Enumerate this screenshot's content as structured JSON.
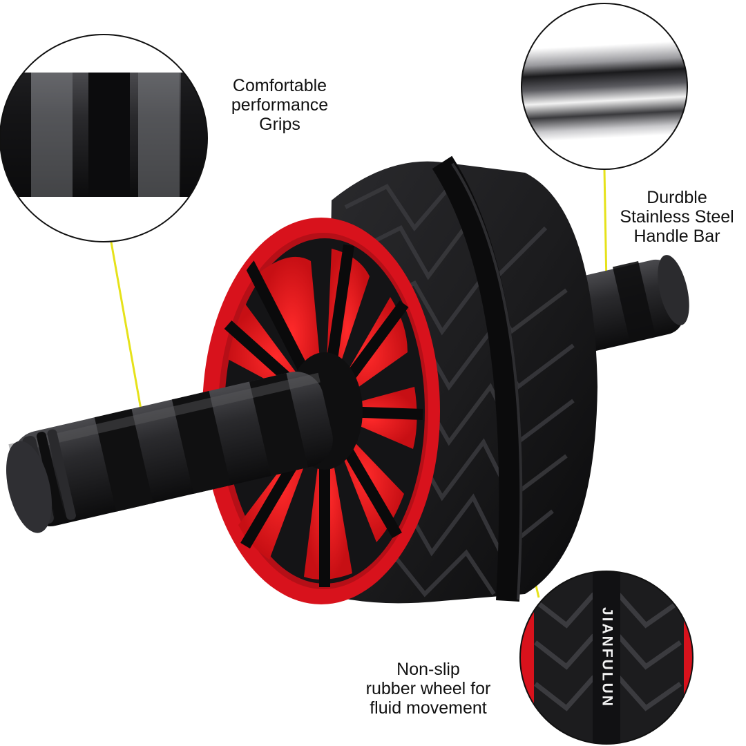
{
  "colors": {
    "accent_red": "#d8121c",
    "rubber_black": "#1b1b1d",
    "leader_yellow": "#e8e31a",
    "background": "#ffffff"
  },
  "callouts": {
    "grips": {
      "line1": "Comfortable",
      "line2": "performance",
      "line3": "Grips",
      "icon": "foam-grip-closeup"
    },
    "handle_bar": {
      "line1": "Durdble",
      "line2": "Stainless Steel",
      "line3": "Handle Bar",
      "icon": "steel-bar-closeup"
    },
    "wheel": {
      "line1": "Non-slip",
      "line2": "rubber wheel for",
      "line3": "fluid movement",
      "icon": "tread-closeup"
    }
  },
  "brand": {
    "wordmark": "JIANFULUN"
  }
}
